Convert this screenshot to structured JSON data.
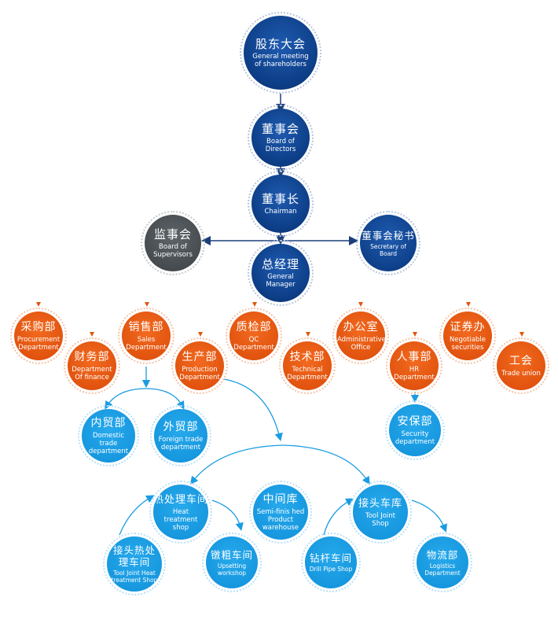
{
  "colors": {
    "top": "#0c3d85",
    "supervisors": "#4a4f53",
    "orange": "#e0560f",
    "cyan": "#1b9ce2",
    "connector_dark": "#1c3f7a",
    "connector_cyan": "#1b9ce2"
  },
  "nodes": {
    "shareholders": {
      "zh": "股东大会",
      "en": "General meeting of shareholders"
    },
    "board": {
      "zh": "董事会",
      "en": "Board of Directors"
    },
    "chairman": {
      "zh": "董事长",
      "en": "Chairman"
    },
    "supervisors": {
      "zh": "监事会",
      "en": "Board of Supervisors"
    },
    "secretary": {
      "zh": "董事会秘书",
      "en": "Secretary of Board"
    },
    "general_manager": {
      "zh": "总经理",
      "en": "General Manager"
    },
    "procurement": {
      "zh": "采购部",
      "en": "Procurement Department"
    },
    "finance": {
      "zh": "财务部",
      "en": "Department Of finance"
    },
    "sales": {
      "zh": "销售部",
      "en": "Sales Department"
    },
    "production": {
      "zh": "生产部",
      "en": "Production Department"
    },
    "qc": {
      "zh": "质检部",
      "en": "QC Department"
    },
    "technical": {
      "zh": "技术部",
      "en": "Technical Department"
    },
    "admin": {
      "zh": "办公室",
      "en": "Administrative Office"
    },
    "hr": {
      "zh": "人事部",
      "en": "HR Department"
    },
    "securities": {
      "zh": "证券办",
      "en": "Negotiable securities"
    },
    "union": {
      "zh": "工会",
      "en": "Trade union"
    },
    "domestic": {
      "zh": "内贸部",
      "en": "Domestic trade department"
    },
    "foreign": {
      "zh": "外贸部",
      "en": "Foreign trade department"
    },
    "security": {
      "zh": "安保部",
      "en": "Security department"
    },
    "heat": {
      "zh": "热处理车间",
      "en": "Heat treatment shop"
    },
    "semi": {
      "zh": "中间库",
      "en": "Semi-finis hed Product warehouse"
    },
    "tooljoint": {
      "zh": "接头车库",
      "en": "Tool Joint Shop"
    },
    "tj_heat": {
      "zh": "接头热处理车间",
      "en": "Tool Joint Heat treatment Shop"
    },
    "upsetting": {
      "zh": "镦粗车间",
      "en": "Upsetting workshop"
    },
    "drillpipe": {
      "zh": "钻杆车间",
      "en": "Drill Pipe Shop"
    },
    "logistics": {
      "zh": "物流部",
      "en": "Logistics Department"
    }
  }
}
